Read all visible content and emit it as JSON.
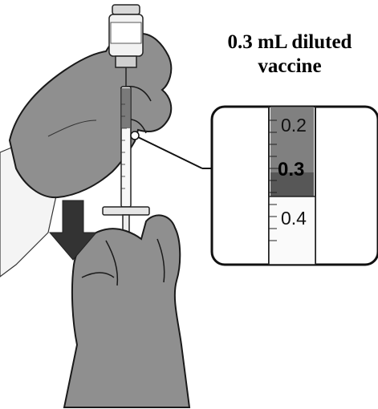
{
  "caption": {
    "line1": "0.3 mL diluted",
    "line2": "vaccine"
  },
  "syringe_zoom": {
    "labels": [
      "0.2",
      "0.3",
      "0.4"
    ],
    "highlighted_label": "0.3"
  },
  "icons": {
    "arrow": "down-arrow-icon",
    "pointer": "pointer-arrow-icon"
  },
  "colors": {
    "glove": "#8f8f8f",
    "glove_outline": "#1a1a1a",
    "arrow": "#333333",
    "liquid": "#6b6b6b"
  }
}
